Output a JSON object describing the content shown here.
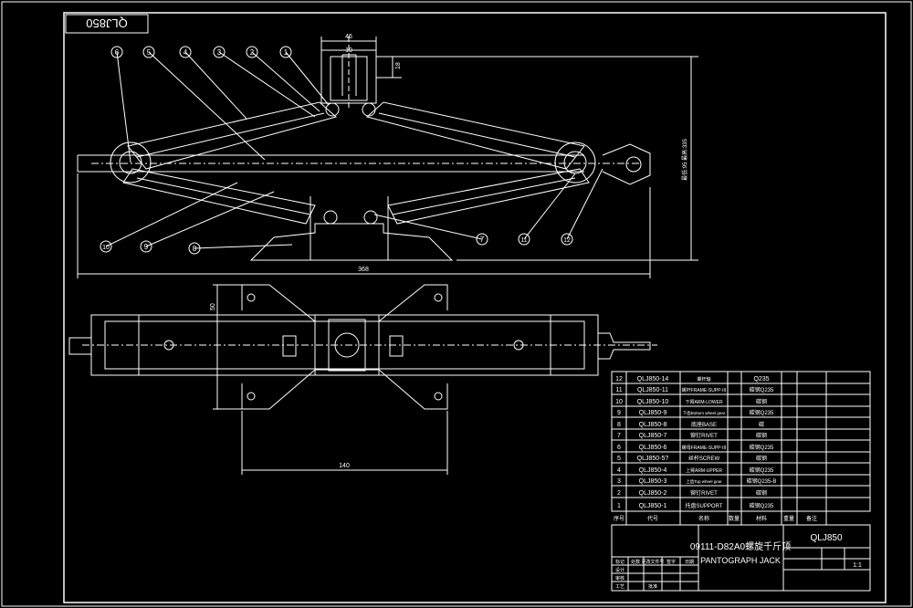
{
  "drawing": {
    "stamp": "QLJ850",
    "dims": {
      "top_width": "46",
      "top_inner": "10",
      "top_height": "18",
      "overall_length": "368",
      "side_height": "50",
      "base_length": "140",
      "height_range": "最低:95 最高:335"
    },
    "balloons_top": [
      "6",
      "5",
      "4",
      "3",
      "2",
      "1"
    ],
    "balloons_bottom": [
      "10",
      "9",
      "8",
      "7",
      "11",
      "12"
    ]
  },
  "bom": {
    "rows": [
      {
        "no": "12",
        "code": "QLJ850-14",
        "name": "螺杆轴",
        "material": "Q235"
      },
      {
        "no": "11",
        "code": "QLJ850-11",
        "name": "螺杆FRAME-SUPP-III",
        "material": "碳钢Q235"
      },
      {
        "no": "10",
        "code": "QLJ850-10",
        "name": "下臂ARM-LOWER",
        "material": "碳钢"
      },
      {
        "no": "9",
        "code": "QLJ850-9",
        "name": "下齿Bottom wheel gear",
        "material": "碳钢Q235"
      },
      {
        "no": "8",
        "code": "QLJ850-8",
        "name": "底座BASE",
        "material": "碳"
      },
      {
        "no": "7",
        "code": "QLJ850-7",
        "name": "铆钉RIVET",
        "material": "碳钢"
      },
      {
        "no": "6",
        "code": "QLJ850-6",
        "name": "螺母FRAME-SUPP-III",
        "material": "碳钢Q235"
      },
      {
        "no": "5",
        "code": "QLJ850-5?",
        "name": "丝杆SCREW",
        "material": "碳钢"
      },
      {
        "no": "4",
        "code": "QLJ850-4",
        "name": "上臂ARM-UPPER",
        "material": "碳钢Q235"
      },
      {
        "no": "3",
        "code": "QLJ850-3",
        "name": "上齿Top wheel gear",
        "material": "碳钢Q235-B"
      },
      {
        "no": "2",
        "code": "QLJ850-2",
        "name": "铆钉RIVET",
        "material": "碳钢"
      },
      {
        "no": "1",
        "code": "QLJ850-1",
        "name": "托盘SUPPORT",
        "material": "碳钢Q235"
      }
    ],
    "header": [
      "序号",
      "代号",
      "名称",
      "数量",
      "材料",
      "重量",
      "备注"
    ]
  },
  "title_block": {
    "drawing_no": "09111-D82A0螺旋千斤顶",
    "title_en": "PANTOGRAPH JACK",
    "code": "QLJ850",
    "scale": "1:1",
    "sign_labels": [
      "标记",
      "处数",
      "更改文件号",
      "签字",
      "日期"
    ],
    "role_labels": [
      "设计",
      "审核",
      "工艺",
      "批准"
    ]
  },
  "colors": {
    "background": "#000000",
    "line": "#ffffff"
  }
}
